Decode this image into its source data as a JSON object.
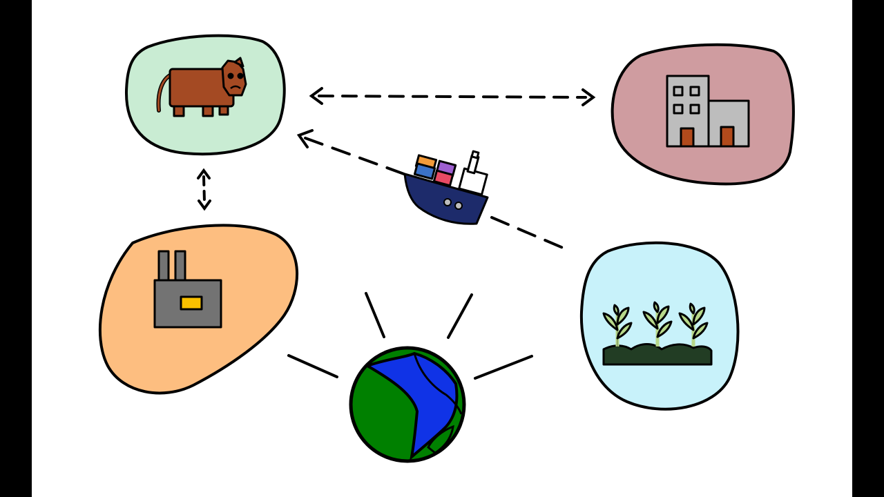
{
  "diagram": {
    "nodes": [
      {
        "id": "livestock",
        "icon": "cow-icon",
        "blob_color": "#c9ecd3"
      },
      {
        "id": "city",
        "icon": "building-icon",
        "blob_color": "#cf9ca0"
      },
      {
        "id": "industry",
        "icon": "factory-icon",
        "blob_color": "#fdbe80"
      },
      {
        "id": "agriculture",
        "icon": "crops-icon",
        "blob_color": "#c8f2fa"
      },
      {
        "id": "earth",
        "icon": "globe-icon"
      }
    ],
    "connections": [
      {
        "from": "livestock",
        "to": "city",
        "style": "dashed",
        "arrows": "both"
      },
      {
        "from": "livestock",
        "to": "industry",
        "style": "dashed",
        "arrows": "both"
      },
      {
        "from": "agriculture",
        "to": "livestock",
        "style": "dashed",
        "arrows": "end",
        "via": "ship-icon"
      },
      {
        "from": "earth",
        "to": "surroundings",
        "style": "rays",
        "count": 4
      }
    ]
  },
  "colors": {
    "background": "#ffffff",
    "frame": "#000000",
    "outline": "#000000",
    "cow": "#a44a23",
    "factory_body": "#737373",
    "factory_window": "#f9c000",
    "building": "#bdbdbd",
    "door": "#b14a1c",
    "ship_hull": "#1d2b6b",
    "ocean": "#1033e6",
    "land": "#008000",
    "plant_stem": "#b7d88a",
    "soil": "#223d24"
  }
}
